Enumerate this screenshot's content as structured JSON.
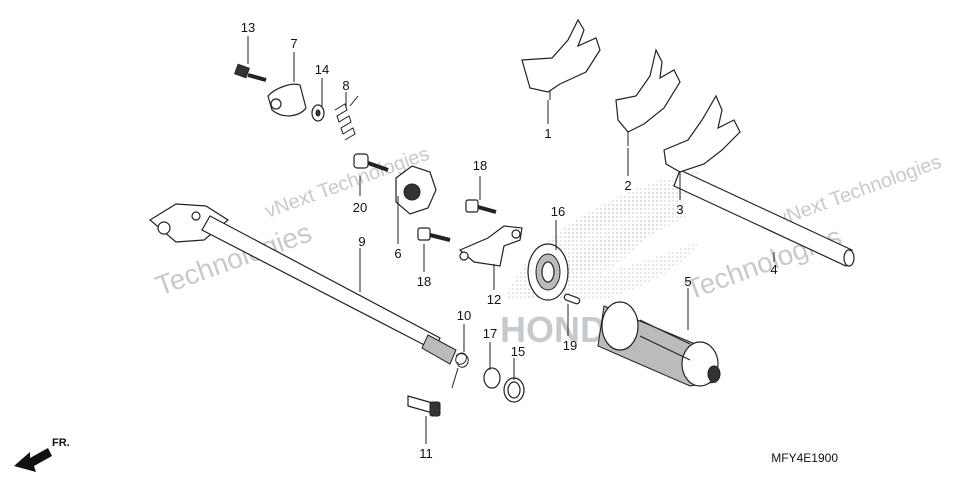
{
  "diagram": {
    "callouts": [
      {
        "id": "c1",
        "label": "1"
      },
      {
        "id": "c2",
        "label": "2"
      },
      {
        "id": "c3",
        "label": "3"
      },
      {
        "id": "c4",
        "label": "4"
      },
      {
        "id": "c5",
        "label": "5"
      },
      {
        "id": "c6",
        "label": "6"
      },
      {
        "id": "c7",
        "label": "7"
      },
      {
        "id": "c8",
        "label": "8"
      },
      {
        "id": "c9",
        "label": "9"
      },
      {
        "id": "c10",
        "label": "10"
      },
      {
        "id": "c11",
        "label": "11"
      },
      {
        "id": "c12",
        "label": "12"
      },
      {
        "id": "c13",
        "label": "13"
      },
      {
        "id": "c14",
        "label": "14"
      },
      {
        "id": "c15",
        "label": "15"
      },
      {
        "id": "c16",
        "label": "16"
      },
      {
        "id": "c17",
        "label": "17"
      },
      {
        "id": "c18a",
        "label": "18"
      },
      {
        "id": "c18b",
        "label": "18"
      },
      {
        "id": "c19",
        "label": "19"
      },
      {
        "id": "c20",
        "label": "20"
      }
    ],
    "diagram_code": "MFY4E1900",
    "direction_label": "FR.",
    "watermarks": {
      "vnext_left": "vNext Technologies",
      "technologies_left": "Technologies",
      "vnext_right": "vNext Technologies",
      "technologies_right": "Technologies",
      "brand": "HONDA"
    }
  }
}
